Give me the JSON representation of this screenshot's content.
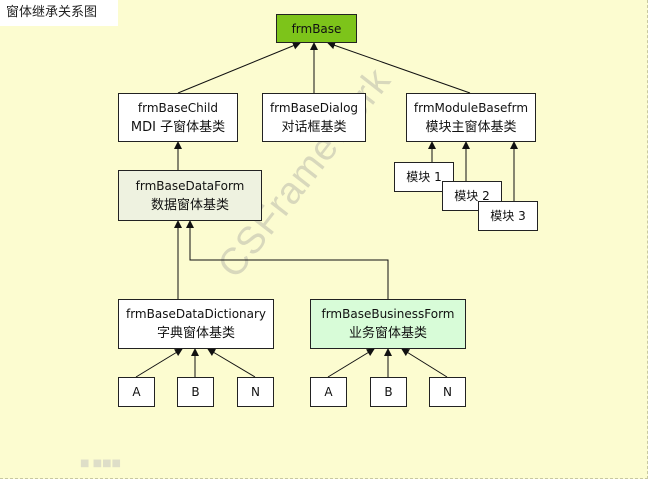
{
  "title": "窗体继承关系图",
  "watermark": "CSFramework",
  "colors": {
    "background": "#fcfcd0",
    "root_fill": "#7dc41a",
    "data_form_fill": "#eef2e0",
    "business_form_fill": "#d8fcd8",
    "default_fill": "#ffffff"
  },
  "nodes": {
    "frmBase": {
      "line1": "frmBase"
    },
    "frmBaseChild": {
      "line1": "frmBaseChild",
      "line2": "MDI 子窗体基类"
    },
    "frmBaseDialog": {
      "line1": "frmBaseDialog",
      "line2": "对话框基类"
    },
    "frmModuleBasefrm": {
      "line1": "frmModuleBasefrm",
      "line2": "模块主窗体基类"
    },
    "module1": {
      "line1": "模块 1"
    },
    "module2": {
      "line1": "模块 2"
    },
    "module3": {
      "line1": "模块 3"
    },
    "frmBaseDataForm": {
      "line1": "frmBaseDataForm",
      "line2": "数据窗体基类"
    },
    "frmBaseDataDictionary": {
      "line1": "frmBaseDataDictionary",
      "line2": "字典窗体基类"
    },
    "frmBaseBusinessForm": {
      "line1": "frmBaseBusinessForm",
      "line2": "业务窗体基类"
    },
    "dictA": {
      "line1": "A"
    },
    "dictB": {
      "line1": "B"
    },
    "dictN": {
      "line1": "N"
    },
    "bizA": {
      "line1": "A"
    },
    "bizB": {
      "line1": "B"
    },
    "bizN": {
      "line1": "N"
    }
  },
  "edges": [
    {
      "from": "frmBaseChild",
      "to": "frmBase"
    },
    {
      "from": "frmBaseDialog",
      "to": "frmBase"
    },
    {
      "from": "frmModuleBasefrm",
      "to": "frmBase"
    },
    {
      "from": "frmBaseDataForm",
      "to": "frmBaseChild"
    },
    {
      "from": "module1",
      "to": "frmModuleBasefrm"
    },
    {
      "from": "module2",
      "to": "frmModuleBasefrm"
    },
    {
      "from": "module3",
      "to": "frmModuleBasefrm"
    },
    {
      "from": "frmBaseDataDictionary",
      "to": "frmBaseDataForm"
    },
    {
      "from": "frmBaseBusinessForm",
      "to": "frmBaseDataForm"
    },
    {
      "from": "dictA",
      "to": "frmBaseDataDictionary"
    },
    {
      "from": "dictB",
      "to": "frmBaseDataDictionary"
    },
    {
      "from": "dictN",
      "to": "frmBaseDataDictionary"
    },
    {
      "from": "bizA",
      "to": "frmBaseBusinessForm"
    },
    {
      "from": "bizB",
      "to": "frmBaseBusinessForm"
    },
    {
      "from": "bizN",
      "to": "frmBaseBusinessForm"
    }
  ]
}
